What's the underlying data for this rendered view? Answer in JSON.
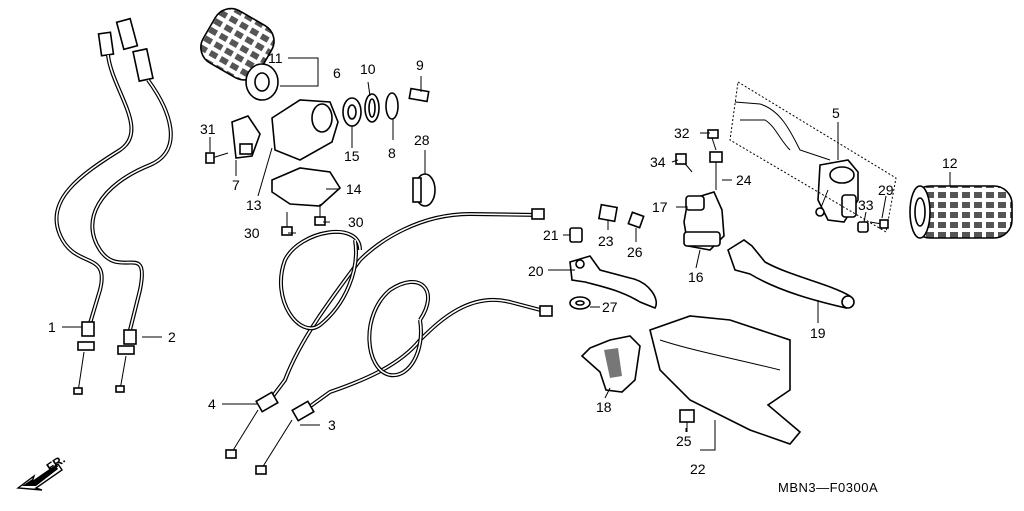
{
  "diagram": {
    "code": "MBN3—F0300A",
    "front_label": "FR.",
    "part_labels": [
      "1",
      "2",
      "3",
      "4",
      "5",
      "6",
      "7",
      "8",
      "9",
      "10",
      "11",
      "12",
      "13",
      "14",
      "15",
      "16",
      "17",
      "18",
      "19",
      "20",
      "21",
      "22",
      "23",
      "24",
      "25",
      "26",
      "27",
      "28",
      "29",
      "30",
      "30",
      "31",
      "32",
      "33",
      "34"
    ]
  }
}
